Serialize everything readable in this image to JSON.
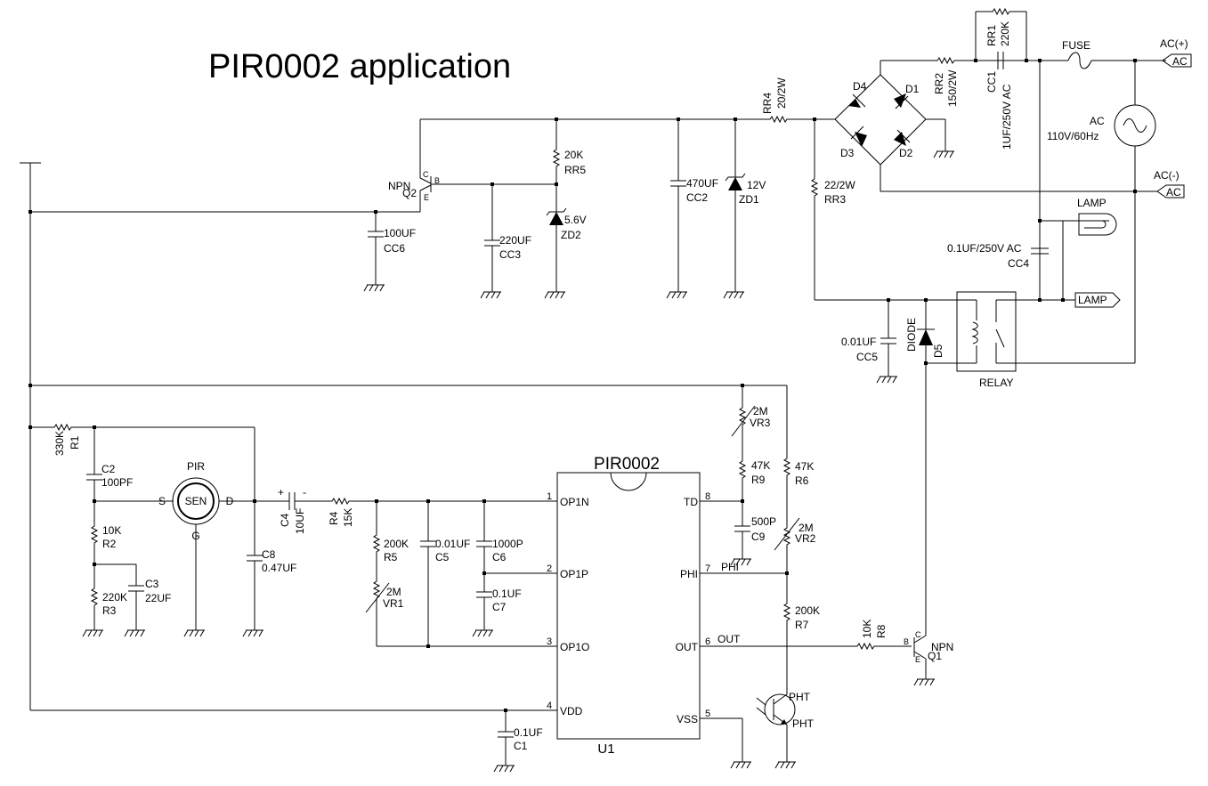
{
  "title": "PIR0002 application",
  "ic": {
    "name": "PIR0002",
    "ref": "U1",
    "left_pins": [
      {
        "num": "1",
        "name": "OP1N"
      },
      {
        "num": "2",
        "name": "OP1P"
      },
      {
        "num": "3",
        "name": "OP1O"
      },
      {
        "num": "4",
        "name": "VDD"
      }
    ],
    "right_pins": [
      {
        "num": "8",
        "name": "TD"
      },
      {
        "num": "7",
        "name": "PHI"
      },
      {
        "num": "6",
        "name": "OUT"
      },
      {
        "num": "5",
        "name": "VSS"
      }
    ]
  },
  "sensor": {
    "label": "PIR",
    "body": "SEN",
    "pin_s": "S",
    "pin_d": "D",
    "pin_g": "G"
  },
  "parts": {
    "r1": {
      "ref": "R1",
      "value": "330K"
    },
    "c2": {
      "ref": "C2",
      "value": "100PF"
    },
    "r2": {
      "ref": "R2",
      "value": "10K"
    },
    "r3": {
      "ref": "R3",
      "value": "220K"
    },
    "c3": {
      "ref": "C3",
      "value": "22UF"
    },
    "c8": {
      "ref": "C8",
      "value": "0.47UF"
    },
    "c4": {
      "ref": "C4",
      "value": "10UF",
      "plus": "+",
      "minus": "-"
    },
    "r4": {
      "ref": "R4",
      "value": "15K"
    },
    "r5": {
      "ref": "R5",
      "value": "200K"
    },
    "vr1": {
      "ref": "VR1",
      "value": "2M"
    },
    "c5": {
      "ref": "C5",
      "value": "0.01UF"
    },
    "c6": {
      "ref": "C6",
      "value": "1000P"
    },
    "c7": {
      "ref": "C7",
      "value": "0.1UF"
    },
    "c1": {
      "ref": "C1",
      "value": "0.1UF"
    },
    "vr3": {
      "ref": "VR3",
      "value": "2M"
    },
    "r9": {
      "ref": "R9",
      "value": "47K"
    },
    "c9": {
      "ref": "C9",
      "value": "500P"
    },
    "r6": {
      "ref": "R6",
      "value": "47K"
    },
    "vr2": {
      "ref": "VR2",
      "value": "2M"
    },
    "r7": {
      "ref": "R7",
      "value": "200K"
    },
    "pht": {
      "ref": "PHT",
      "value": "PHT"
    },
    "r8": {
      "ref": "R8",
      "value": "10K"
    },
    "q1": {
      "ref": "Q1",
      "type": "NPN",
      "b": "B",
      "c": "C",
      "e": "E"
    },
    "q2": {
      "ref": "Q2",
      "type": "NPN",
      "b": "B",
      "c": "C",
      "e": "E"
    },
    "cc6": {
      "ref": "CC6",
      "value": "100UF"
    },
    "cc3": {
      "ref": "CC3",
      "value": "220UF"
    },
    "rr5": {
      "ref": "RR5",
      "value": "20K"
    },
    "zd2": {
      "ref": "ZD2",
      "value": "5.6V"
    },
    "cc2": {
      "ref": "CC2",
      "value": "470UF"
    },
    "zd1": {
      "ref": "ZD1",
      "value": "12V"
    },
    "rr4": {
      "ref": "RR4",
      "value": "20/2W"
    },
    "rr3": {
      "ref": "RR3",
      "value": "22/2W"
    },
    "d1": {
      "ref": "D1"
    },
    "d2": {
      "ref": "D2"
    },
    "d3": {
      "ref": "D3"
    },
    "d4": {
      "ref": "D4"
    },
    "rr2": {
      "ref": "RR2",
      "value": "150/2W"
    },
    "rr1": {
      "ref": "RR1",
      "value": "220K"
    },
    "cc1": {
      "ref": "CC1",
      "value": "1UF/250V AC"
    },
    "fuse": {
      "ref": "FUSE"
    },
    "ac_src": {
      "ref": "AC",
      "value": "110V/60Hz"
    },
    "cc4": {
      "ref": "CC4",
      "value": "0.1UF/250V AC"
    },
    "lamp": {
      "ref": "LAMP"
    },
    "cc5": {
      "ref": "CC5",
      "value": "0.01UF"
    },
    "d5": {
      "ref": "D5",
      "value": "DIODE"
    },
    "relay": {
      "ref": "RELAY"
    }
  },
  "ports": {
    "ac_plus": {
      "name": "AC(+)",
      "tag": "AC"
    },
    "ac_minus": {
      "name": "AC(-)",
      "tag": "AC"
    },
    "lamp": {
      "tag": "LAMP"
    }
  },
  "net_labels": {
    "phi": "PHI",
    "out": "OUT"
  }
}
